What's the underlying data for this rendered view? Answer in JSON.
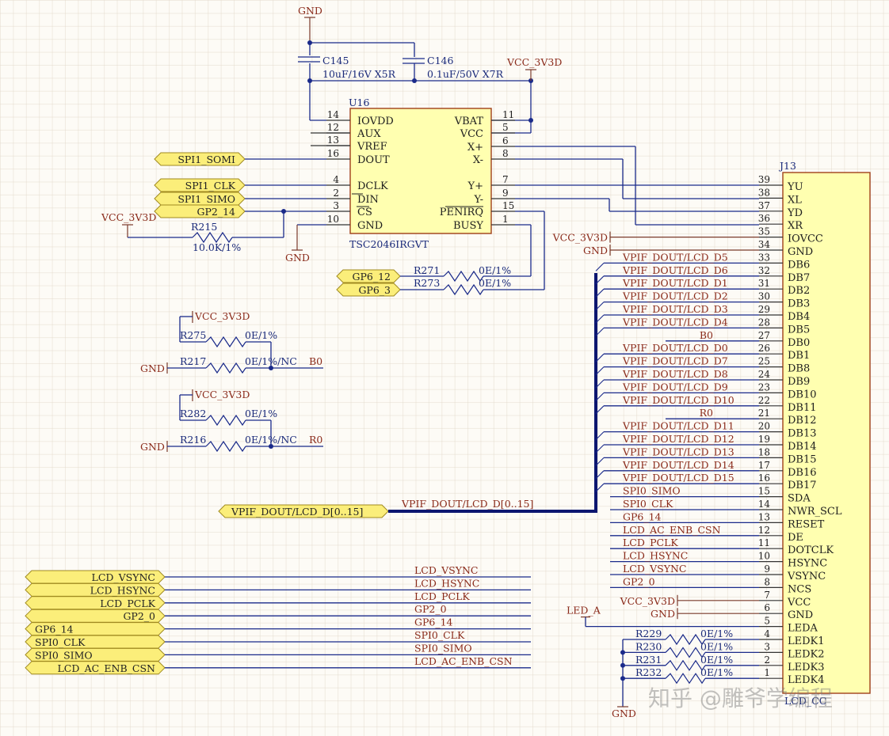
{
  "colors": {
    "wire": "#1a2a8a",
    "power_net": "#8a2a1a",
    "component_body": "#ffffb0",
    "port_fill": "#fbee7a"
  },
  "power": {
    "gnd": "GND",
    "vcc": "VCC_3V3D"
  },
  "caps": [
    {
      "ref": "C145",
      "value": "10uF/16V X5R"
    },
    {
      "ref": "C146",
      "value": "0.1uF/50V X7R"
    }
  ],
  "u16": {
    "ref": "U16",
    "part": "TSC2046IRGVT",
    "left_pins": [
      {
        "num": "14",
        "name": "IOVDD"
      },
      {
        "num": "12",
        "name": "AUX"
      },
      {
        "num": "13",
        "name": "VREF"
      },
      {
        "num": "16",
        "name": "DOUT"
      },
      {
        "num": "4",
        "name": "DCLK"
      },
      {
        "num": "2",
        "name": "DIN"
      },
      {
        "num": "3",
        "name": "CS"
      },
      {
        "num": "10",
        "name": "GND"
      }
    ],
    "right_pins": [
      {
        "num": "11",
        "name": "VBAT"
      },
      {
        "num": "5",
        "name": "VCC"
      },
      {
        "num": "6",
        "name": "X+"
      },
      {
        "num": "8",
        "name": "X-"
      },
      {
        "num": "7",
        "name": "Y+"
      },
      {
        "num": "9",
        "name": "Y-"
      },
      {
        "num": "15",
        "name": "PENIRQ"
      },
      {
        "num": "1",
        "name": "BUSY"
      }
    ]
  },
  "spi_ports": [
    "SPI1_SOMI",
    "SPI1_CLK",
    "SPI1_SIMO",
    "GP2_14"
  ],
  "r215": {
    "ref": "R215",
    "value": "10.0K/1%"
  },
  "gp6_ports": [
    "GP6_12",
    "GP6_3"
  ],
  "r271": {
    "ref": "R271",
    "value": "0E/1%"
  },
  "r273": {
    "ref": "R273",
    "value": "0E/1%"
  },
  "strap": [
    {
      "pull_ref": "R275",
      "pull_val": "0E/1%",
      "gnd_ref": "R217",
      "gnd_val": "0E/1%/NC",
      "net": "B0"
    },
    {
      "pull_ref": "R282",
      "pull_val": "0E/1%",
      "gnd_ref": "R216",
      "gnd_val": "0E/1%/NC",
      "net": "R0"
    }
  ],
  "bus": {
    "port": "VPIF_DOUT/LCD_D[0..15]",
    "label": "VPIF_DOUT/LCD_D[0..15]"
  },
  "j13": {
    "ref": "J13",
    "part": "LCD_CC",
    "pins": [
      {
        "num": "39",
        "name": "YU",
        "net": ""
      },
      {
        "num": "38",
        "name": "XL",
        "net": ""
      },
      {
        "num": "37",
        "name": "YD",
        "net": ""
      },
      {
        "num": "36",
        "name": "XR",
        "net": ""
      },
      {
        "num": "35",
        "name": "IOVCC",
        "net": "VCC_3V3D"
      },
      {
        "num": "34",
        "name": "GND",
        "net": "GND"
      },
      {
        "num": "33",
        "name": "DB6",
        "net": "VPIF_DOUT/LCD_D5"
      },
      {
        "num": "32",
        "name": "DB7",
        "net": "VPIF_DOUT/LCD_D6"
      },
      {
        "num": "31",
        "name": "DB2",
        "net": "VPIF_DOUT/LCD_D1"
      },
      {
        "num": "30",
        "name": "DB3",
        "net": "VPIF_DOUT/LCD_D2"
      },
      {
        "num": "29",
        "name": "DB4",
        "net": "VPIF_DOUT/LCD_D3"
      },
      {
        "num": "28",
        "name": "DB5",
        "net": "VPIF_DOUT/LCD_D4"
      },
      {
        "num": "27",
        "name": "DB0",
        "net": "B0"
      },
      {
        "num": "26",
        "name": "DB1",
        "net": "VPIF_DOUT/LCD_D0"
      },
      {
        "num": "25",
        "name": "DB8",
        "net": "VPIF_DOUT/LCD_D7"
      },
      {
        "num": "24",
        "name": "DB9",
        "net": "VPIF_DOUT/LCD_D8"
      },
      {
        "num": "23",
        "name": "DB10",
        "net": "VPIF_DOUT/LCD_D9"
      },
      {
        "num": "22",
        "name": "DB11",
        "net": "VPIF_DOUT/LCD_D10"
      },
      {
        "num": "21",
        "name": "DB12",
        "net": "R0"
      },
      {
        "num": "20",
        "name": "DB13",
        "net": "VPIF_DOUT/LCD_D11"
      },
      {
        "num": "19",
        "name": "DB14",
        "net": "VPIF_DOUT/LCD_D12"
      },
      {
        "num": "18",
        "name": "DB15",
        "net": "VPIF_DOUT/LCD_D13"
      },
      {
        "num": "17",
        "name": "DB16",
        "net": "VPIF_DOUT/LCD_D14"
      },
      {
        "num": "16",
        "name": "DB17",
        "net": "VPIF_DOUT/LCD_D15"
      },
      {
        "num": "15",
        "name": "SDA",
        "net": "SPI0_SIMO"
      },
      {
        "num": "14",
        "name": "NWR_SCL",
        "net": "SPI0_CLK"
      },
      {
        "num": "13",
        "name": "RESET",
        "net": "GP6_14"
      },
      {
        "num": "12",
        "name": "DE",
        "net": "LCD_AC_ENB_CSN"
      },
      {
        "num": "11",
        "name": "DOTCLK",
        "net": "LCD_PCLK"
      },
      {
        "num": "10",
        "name": "HSYNC",
        "net": "LCD_HSYNC"
      },
      {
        "num": "9",
        "name": "VSYNC",
        "net": "LCD_VSYNC"
      },
      {
        "num": "8",
        "name": "NCS",
        "net": "GP2_0"
      },
      {
        "num": "7",
        "name": "VCC",
        "net": "VCC_3V3D"
      },
      {
        "num": "6",
        "name": "GND",
        "net": "GND"
      },
      {
        "num": "5",
        "name": "LEDA",
        "net": "LED_A"
      },
      {
        "num": "4",
        "name": "LEDK1",
        "net": ""
      },
      {
        "num": "3",
        "name": "LEDK2",
        "net": ""
      },
      {
        "num": "2",
        "name": "LEDK3",
        "net": ""
      },
      {
        "num": "1",
        "name": "LEDK4",
        "net": ""
      }
    ]
  },
  "led_res": [
    {
      "ref": "R229",
      "value": "0E/1%"
    },
    {
      "ref": "R230",
      "value": "0E/1%"
    },
    {
      "ref": "R231",
      "value": "0E/1%"
    },
    {
      "ref": "R232",
      "value": "0E/1%"
    }
  ],
  "lcd_ports": [
    {
      "port": "LCD_VSYNC",
      "net": "LCD_VSYNC",
      "align": "right"
    },
    {
      "port": "LCD_HSYNC",
      "net": "LCD_HSYNC",
      "align": "right"
    },
    {
      "port": "LCD_PCLK",
      "net": "LCD_PCLK",
      "align": "right"
    },
    {
      "port": "GP2_0",
      "net": "GP2_0",
      "align": "right"
    },
    {
      "port": "GP6_14",
      "net": "GP6_14",
      "align": "left"
    },
    {
      "port": "SPI0_CLK",
      "net": "SPI0_CLK",
      "align": "left"
    },
    {
      "port": "SPI0_SIMO",
      "net": "SPI0_SIMO",
      "align": "left"
    },
    {
      "port": "LCD_AC_ENB_CSN",
      "net": "LCD_AC_ENB_CSN",
      "align": "right"
    }
  ],
  "watermark": "知乎 @雕爷学编程"
}
